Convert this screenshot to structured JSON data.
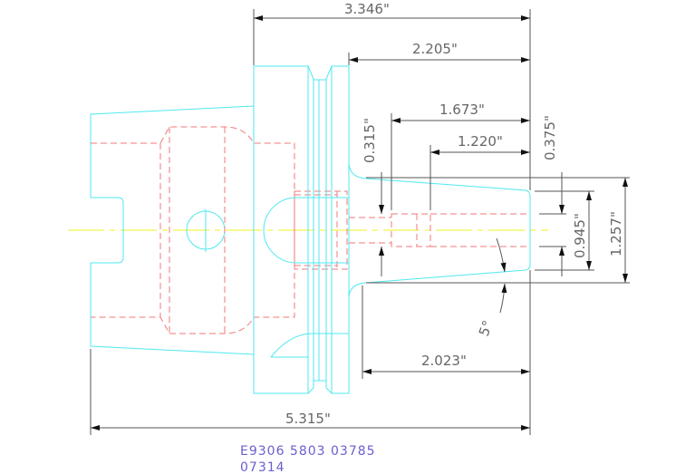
{
  "dimensions": {
    "overall_flange_to_end": "3.346\"",
    "groove_to_end": "2.205\"",
    "bore_depth": "1.673\"",
    "bore_inner_depth": "1.220\"",
    "small_bore_dia": "0.315\"",
    "nose_step": "0.375\"",
    "nose_dia": "0.945\"",
    "cone_dia": "1.257\"",
    "taper_angle": "5°",
    "cone_length": "2.023\"",
    "overall_length": "5.315\""
  },
  "part_number": {
    "line1": "E9306 5803 03785",
    "line2": "07314"
  },
  "colors": {
    "outline": "#4fe8f0",
    "hidden": "#f07a7a",
    "centerline": "#f2f020",
    "dimension": "#555555",
    "text": "#6a5fd0"
  }
}
